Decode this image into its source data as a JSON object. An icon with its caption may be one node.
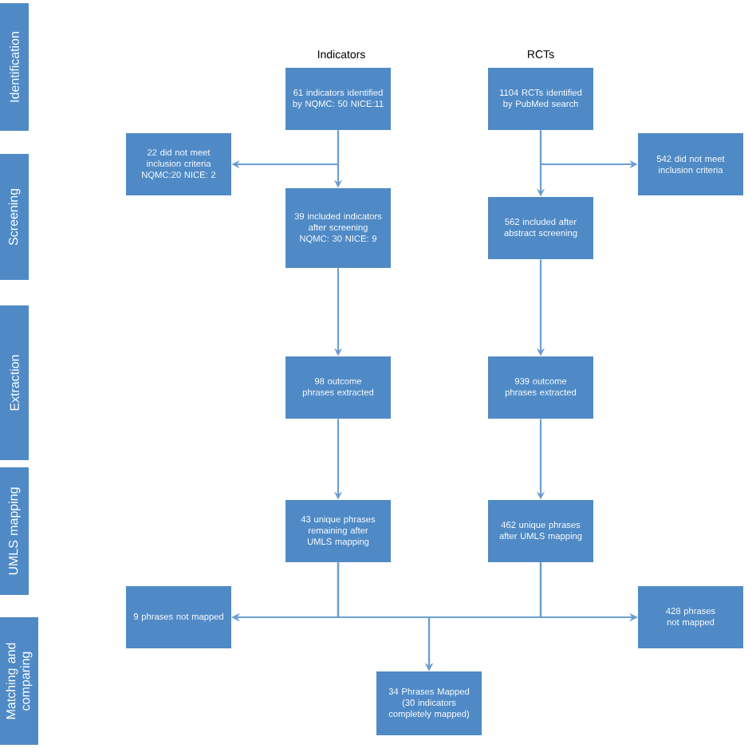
{
  "diagram": {
    "nodes": [
      {
        "text": [
          "Identification"
        ]
      },
      {
        "text": [
          "Screening"
        ]
      },
      {
        "text": [
          "Extraction"
        ]
      },
      {
        "text": [
          "UMLS mapping"
        ]
      },
      {
        "text": [
          "Matching and comparing"
        ]
      },
      {
        "text": [
          "61 indicators identified by NQMC: 50 NICE:11"
        ]
      },
      {
        "text": [
          "1104 RCTs identified by PubMed search"
        ]
      },
      {
        "text": [
          "22 did not meet inclusion criteria NQMC:20 NICE: 2"
        ]
      },
      {
        "text": [
          "39 included indicators after screening NQMC: 30 NICE: 9"
        ]
      },
      {
        "text": [
          "562 included after abstract screening"
        ]
      },
      {
        "text": [
          "542 did not meet inclusion criteria"
        ]
      },
      {
        "text": [
          "98 outcome phrases extracted"
        ]
      },
      {
        "text": [
          "939 outcome phrases extracted"
        ]
      },
      {
        "text": [
          "43 unique phrases remaining after UMLS mapping"
        ]
      },
      {
        "text": [
          "462 unique phrases after UMLS mapping"
        ]
      },
      {
        "text": [
          "9 phrases not mapped"
        ]
      },
      {
        "text": [
          "428 phrases not mapped"
        ]
      },
      {
        "text": [
          "34 Phrases Mapped (30 indicators completely mapped)"
        ]
      }
    ],
    "edges": [
      {
        "from": 5,
        "to": 7,
        "arrow": "to"
      },
      {
        "from": 5,
        "to": 8,
        "arrow": "to"
      },
      {
        "from": 6,
        "to": 9,
        "arrow": "to"
      },
      {
        "from": 6,
        "to": 10,
        "arrow": "to"
      },
      {
        "from": 8,
        "to": 11,
        "arrow": "to"
      },
      {
        "from": 9,
        "to": 12,
        "arrow": "to"
      },
      {
        "from": 11,
        "to": 13,
        "arrow": "to"
      },
      {
        "from": 12,
        "to": 14,
        "arrow": "to"
      },
      {
        "from": 13,
        "to": 15,
        "arrow": "to"
      },
      {
        "from": 13,
        "to": 17,
        "arrow": "to"
      },
      {
        "from": 13,
        "to": 16,
        "arrow": "to"
      },
      {
        "from": 14,
        "to": 15,
        "arrow": "to"
      },
      {
        "from": 14,
        "to": 17,
        "arrow": "to"
      },
      {
        "from": 14,
        "to": 16,
        "arrow": "to"
      }
    ],
    "labels": [
      "Indicators",
      "RCTs"
    ]
  }
}
